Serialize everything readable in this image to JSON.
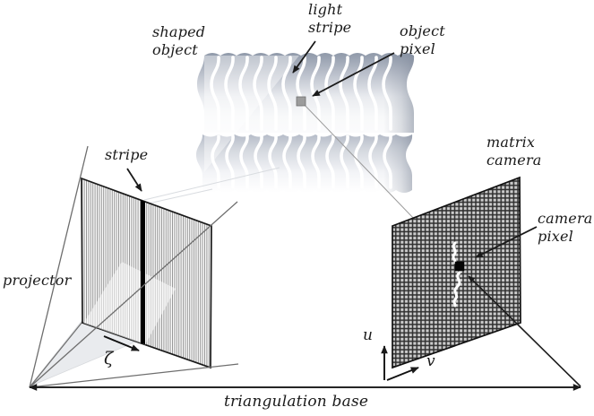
{
  "diagram": {
    "labels": {
      "shaped_object_line1": "shaped",
      "shaped_object_line2": "object",
      "light_stripe_line1": "light",
      "light_stripe_line2": "stripe",
      "object_pixel_line1": "object",
      "object_pixel_line2": "pixel",
      "matrix_camera_line1": "matrix",
      "matrix_camera_line2": "camera",
      "camera_pixel_line1": "camera",
      "camera_pixel_line2": "pixel",
      "stripe": "stripe",
      "projector": "projector",
      "zeta_axis": "ζ",
      "u_axis": "u",
      "v_axis": "v",
      "triangulation_base": "triangulation base"
    },
    "colors": {
      "background": "#ffffff",
      "label_text": "#1a1a1a",
      "arrow": "#1a1a1a",
      "ray_gray": "#6e6e6e",
      "faint_ray": "#d9dce0",
      "object_shade_dark": "#8f99a9",
      "object_shade_light": "#f8f9fa",
      "object_pixel_fill": "#9c9c9c",
      "camera_pixel_fill": "#050505",
      "camera_grid_dark": "#2f2f2f",
      "camera_grid_light": "#cbcbcb",
      "projector_pinstripe": "#949494",
      "projector_stripe_black": "#000000",
      "light_stripe_white": "#ffffff"
    }
  }
}
